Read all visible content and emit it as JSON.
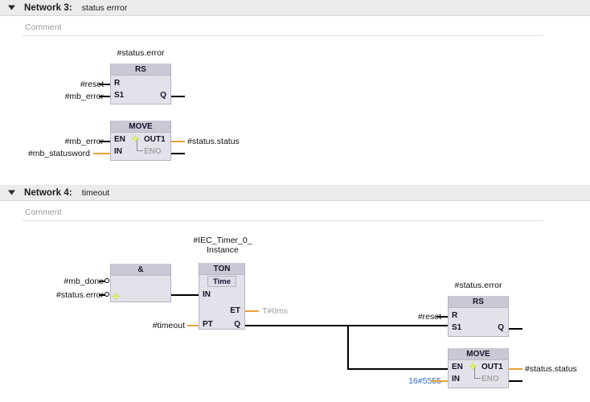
{
  "app": {
    "editor": "FBD program editor",
    "comment_placeholder": "Comment"
  },
  "networks": [
    {
      "id": "network-3",
      "label": "Network 3:",
      "title": "status errror",
      "comment": "Comment",
      "toggle_icon": "chevron-down-icon",
      "blocks": [
        {
          "key": "rs1",
          "type": "RS",
          "instance_name": "#status.error",
          "inputs": [
            {
              "pin": "R",
              "operand": "#reset",
              "negated": false,
              "wire": "black"
            },
            {
              "pin": "S1",
              "operand": "#mb_error",
              "negated": false,
              "wire": "black"
            }
          ],
          "outputs": [
            {
              "pin": "Q",
              "operand": "",
              "wire": "black"
            }
          ]
        },
        {
          "key": "move1",
          "type": "MOVE",
          "instance_name": "",
          "inputs": [
            {
              "pin": "EN",
              "operand": "#mb_error",
              "negated": false,
              "wire": "black"
            },
            {
              "pin": "IN",
              "operand": "#mb_statusword",
              "negated": false,
              "wire": "gold"
            }
          ],
          "outputs": [
            {
              "pin": "OUT1",
              "operand": "#status.status",
              "wire": "gold"
            },
            {
              "pin": "ENO",
              "operand": "",
              "wire": "black",
              "dimmed": true
            }
          ]
        }
      ]
    },
    {
      "id": "network-4",
      "label": "Network 4:",
      "title": "timeout",
      "comment": "Comment",
      "toggle_icon": "chevron-down-icon",
      "blocks": [
        {
          "key": "and1",
          "type": "&",
          "instance_name": "",
          "inputs": [
            {
              "pin": "",
              "operand": "#mb_done",
              "negated": true,
              "wire": "black"
            },
            {
              "pin": "",
              "operand": "#status.error",
              "negated": true,
              "wire": "black"
            }
          ],
          "outputs": [
            {
              "pin": "",
              "operand": "",
              "wire": "black"
            }
          ]
        },
        {
          "key": "ton1",
          "type": "TON",
          "subtype": "Time",
          "instance_name_line1": "#IEC_Timer_0_",
          "instance_name_line2": "Instance",
          "inputs": [
            {
              "pin": "IN",
              "operand": "",
              "negated": false,
              "wire": "black"
            },
            {
              "pin": "PT",
              "operand": "#timeout",
              "negated": false,
              "wire": "gold"
            }
          ],
          "outputs": [
            {
              "pin": "ET",
              "operand": "T#0ms",
              "wire": "gold",
              "operand_style": "gray"
            },
            {
              "pin": "Q",
              "operand": "",
              "wire": "black"
            }
          ]
        },
        {
          "key": "rs2",
          "type": "RS",
          "instance_name": "#status.error",
          "inputs": [
            {
              "pin": "R",
              "operand": "#reset",
              "negated": false,
              "wire": "black"
            },
            {
              "pin": "S1",
              "operand": "",
              "negated": false,
              "wire": "black"
            }
          ],
          "outputs": [
            {
              "pin": "Q",
              "operand": "",
              "wire": "black"
            }
          ]
        },
        {
          "key": "move2",
          "type": "MOVE",
          "instance_name": "",
          "inputs": [
            {
              "pin": "EN",
              "operand": "",
              "negated": false,
              "wire": "black"
            },
            {
              "pin": "IN",
              "operand": "16#5555",
              "negated": false,
              "wire": "gold",
              "operand_style": "blue"
            }
          ],
          "outputs": [
            {
              "pin": "OUT1",
              "operand": "#status.status",
              "wire": "gold"
            },
            {
              "pin": "ENO",
              "operand": "",
              "wire": "black",
              "dimmed": true
            }
          ]
        }
      ]
    }
  ],
  "colors": {
    "header_bg": "#ebebeb",
    "block_body": "#e2e2ea",
    "block_title": "#c9c9d6",
    "wire_black": "#000000",
    "wire_gold": "#e8a33d",
    "operand_blue": "#2b6bbf",
    "operand_gray": "#9d9d9d",
    "text": "#111111"
  }
}
